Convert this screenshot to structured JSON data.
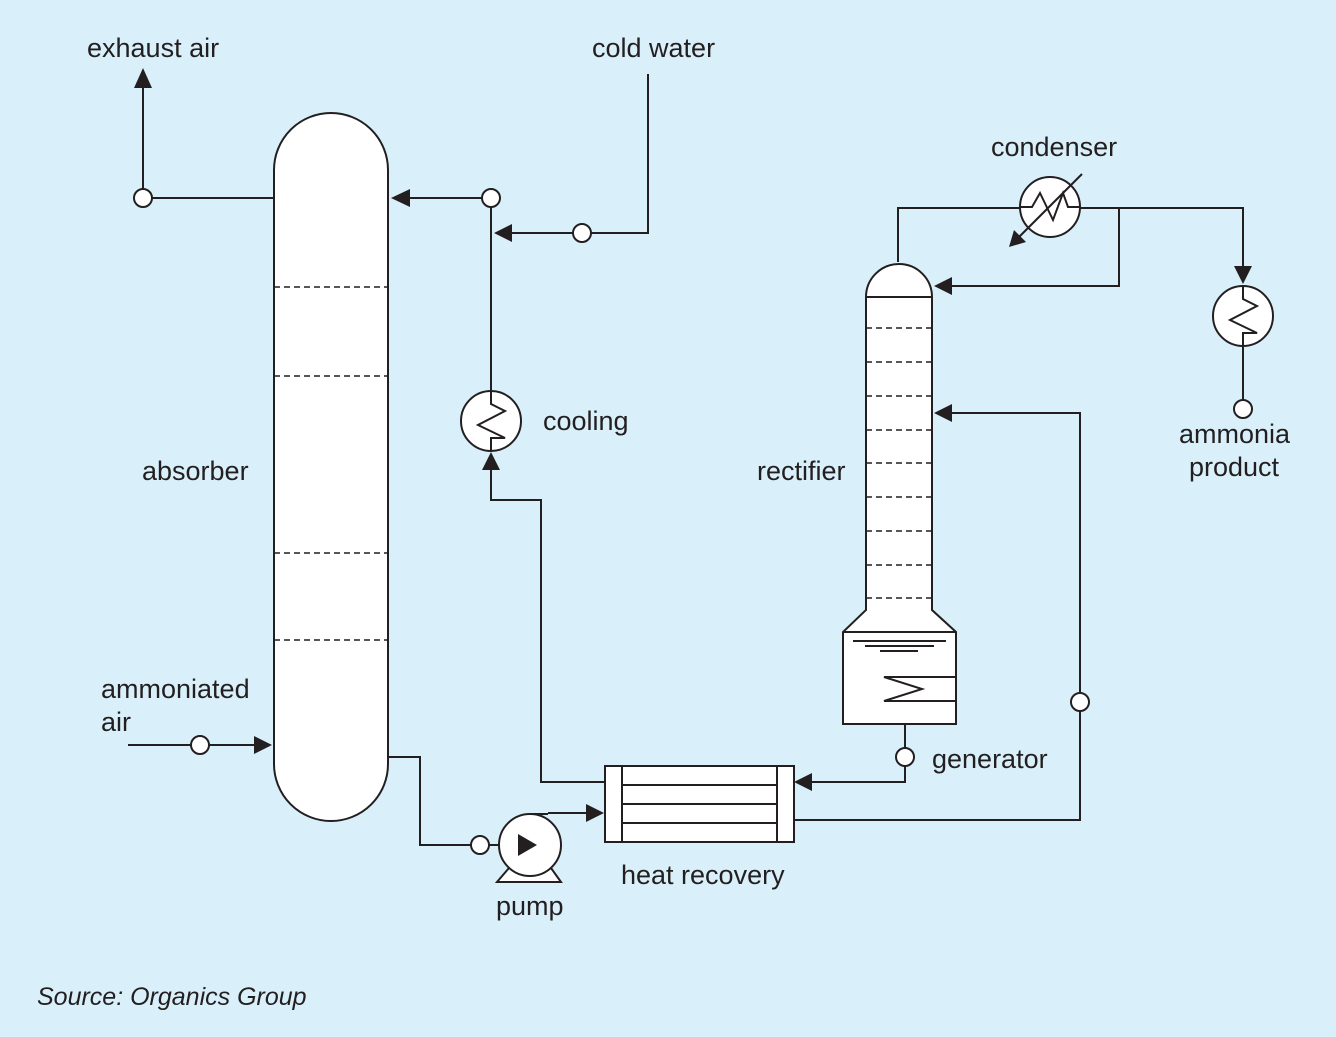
{
  "labels": {
    "exhaust_air": "exhaust air",
    "cold_water": "cold water",
    "condenser": "condenser",
    "cooling": "cooling",
    "absorber": "absorber",
    "rectifier": "rectifier",
    "ammonia_product_line1": "ammonia",
    "ammonia_product_line2": "product",
    "ammoniated_air_line1": "ammoniated",
    "ammoniated_air_line2": "air",
    "generator": "generator",
    "heat_recovery": "heat recovery",
    "pump": "pump"
  },
  "source": "Source: Organics Group",
  "colors": {
    "background": "#d9f0fa",
    "line": "#231f20",
    "vessel_fill": "#ffffff"
  }
}
